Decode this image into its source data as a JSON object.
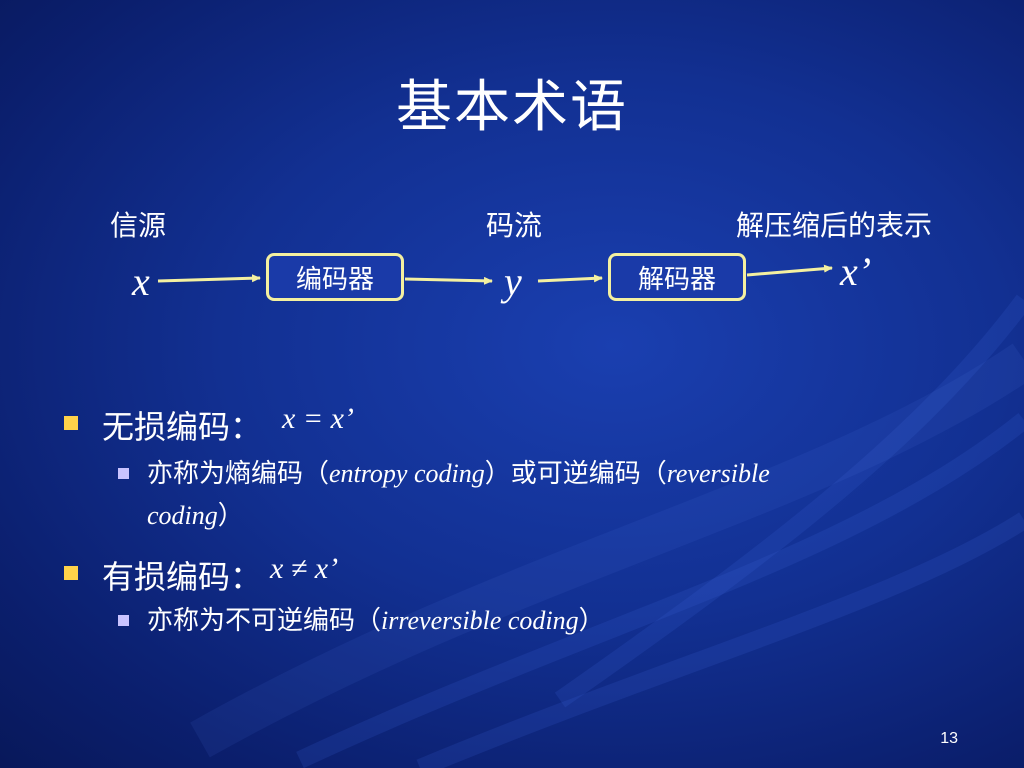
{
  "slide": {
    "title": "基本术语",
    "page_number": "13"
  },
  "diagram": {
    "labels": {
      "source": "信源",
      "bitstream": "码流",
      "reconstructed": "解压缩后的表示"
    },
    "vars": {
      "x": "x",
      "y": "y",
      "x_prime": "x’"
    },
    "boxes": {
      "encoder": "编码器",
      "decoder": "解码器"
    }
  },
  "bullets": {
    "lossless": {
      "label": "无损编码：",
      "formula": "x = x’",
      "sub": {
        "text1": "亦称为熵编码（",
        "term1": "entropy coding",
        "text2": "）或可逆编码（",
        "term2a": "reversible",
        "term2b": "coding",
        "text3": "）"
      }
    },
    "lossy": {
      "label": "有损编码：",
      "formula": "x ≠ x’",
      "sub": {
        "text1": "亦称为不可逆编码（",
        "term1": "irreversible coding",
        "text2": "）"
      }
    }
  }
}
